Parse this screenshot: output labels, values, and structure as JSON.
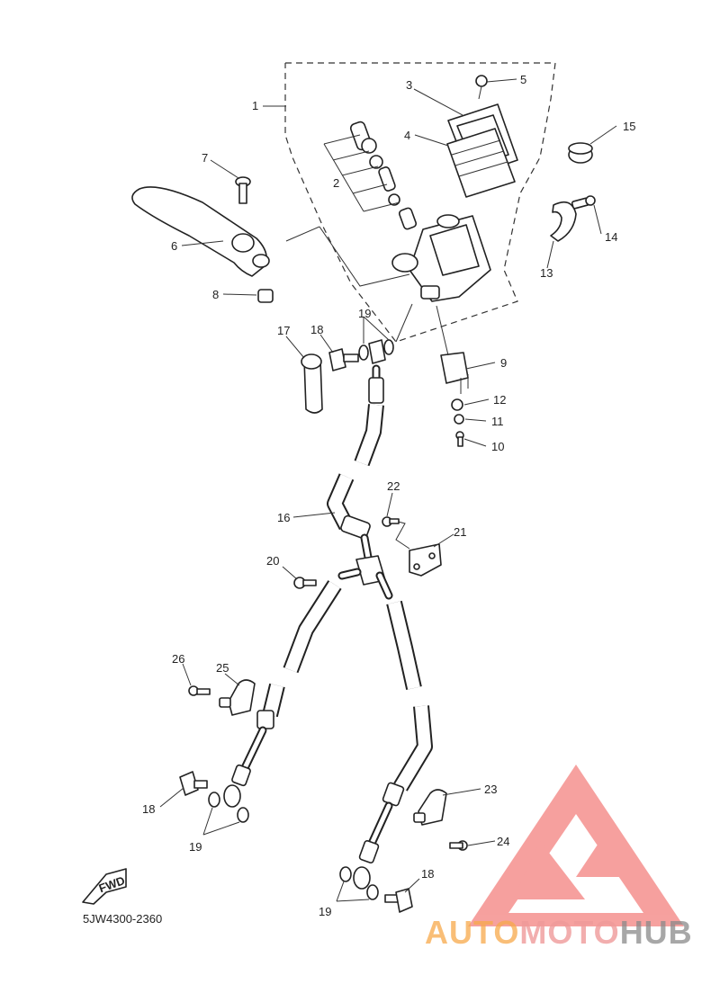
{
  "diagram": {
    "reference_code": "5JW4300-2360",
    "fwd_label": "FWD",
    "callouts": {
      "c1": "1",
      "c2": "2",
      "c3": "3",
      "c4": "4",
      "c5": "5",
      "c6": "6",
      "c7": "7",
      "c8": "8",
      "c9": "9",
      "c10": "10",
      "c11": "11",
      "c12": "12",
      "c13": "13",
      "c14": "14",
      "c15": "15",
      "c16": "16",
      "c17": "17",
      "c18a": "18",
      "c19a": "19",
      "c20": "20",
      "c21": "21",
      "c22": "22",
      "c23": "23",
      "c24": "24",
      "c25": "25",
      "c26": "26",
      "c18b": "18",
      "c19b": "19",
      "c18c": "18",
      "c19c": "19"
    }
  },
  "watermark": {
    "part1": "AUTO",
    "part2": "MOTO",
    "part3": "HUB",
    "colors": {
      "auto": "#f7a94a",
      "moto": "#ef9a9a",
      "hub": "#8a8a8a",
      "triangle": "#ef5350"
    }
  }
}
